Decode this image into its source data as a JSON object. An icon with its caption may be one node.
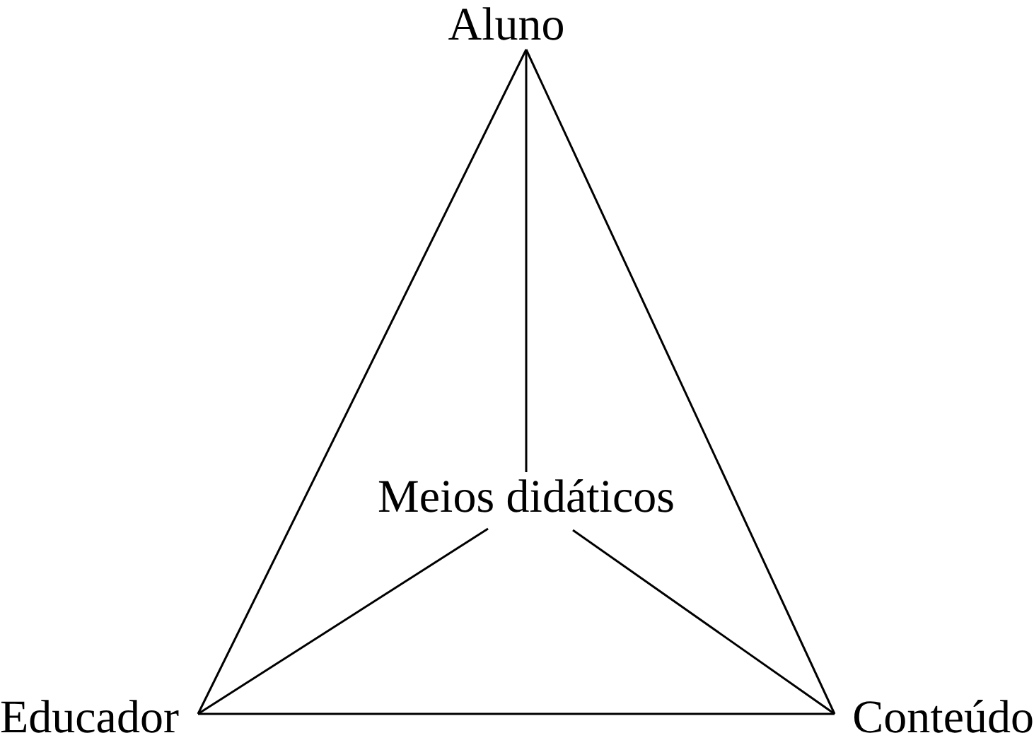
{
  "diagram": {
    "nodes": [
      {
        "text": [
          "Aluno"
        ]
      },
      {
        "text": [
          "Meios didáticos"
        ]
      },
      {
        "text": [
          "Educador"
        ]
      },
      {
        "text": [
          "Conteúdo"
        ]
      }
    ],
    "edges": [
      {
        "from": 0,
        "to": 2,
        "arrow": "none"
      },
      {
        "from": 0,
        "to": 3,
        "arrow": "none"
      },
      {
        "from": 2,
        "to": 3,
        "arrow": "none"
      },
      {
        "from": 0,
        "to": 1,
        "arrow": "none"
      },
      {
        "from": 1,
        "to": 2,
        "arrow": "none"
      },
      {
        "from": 1,
        "to": 3,
        "arrow": "none"
      }
    ]
  }
}
